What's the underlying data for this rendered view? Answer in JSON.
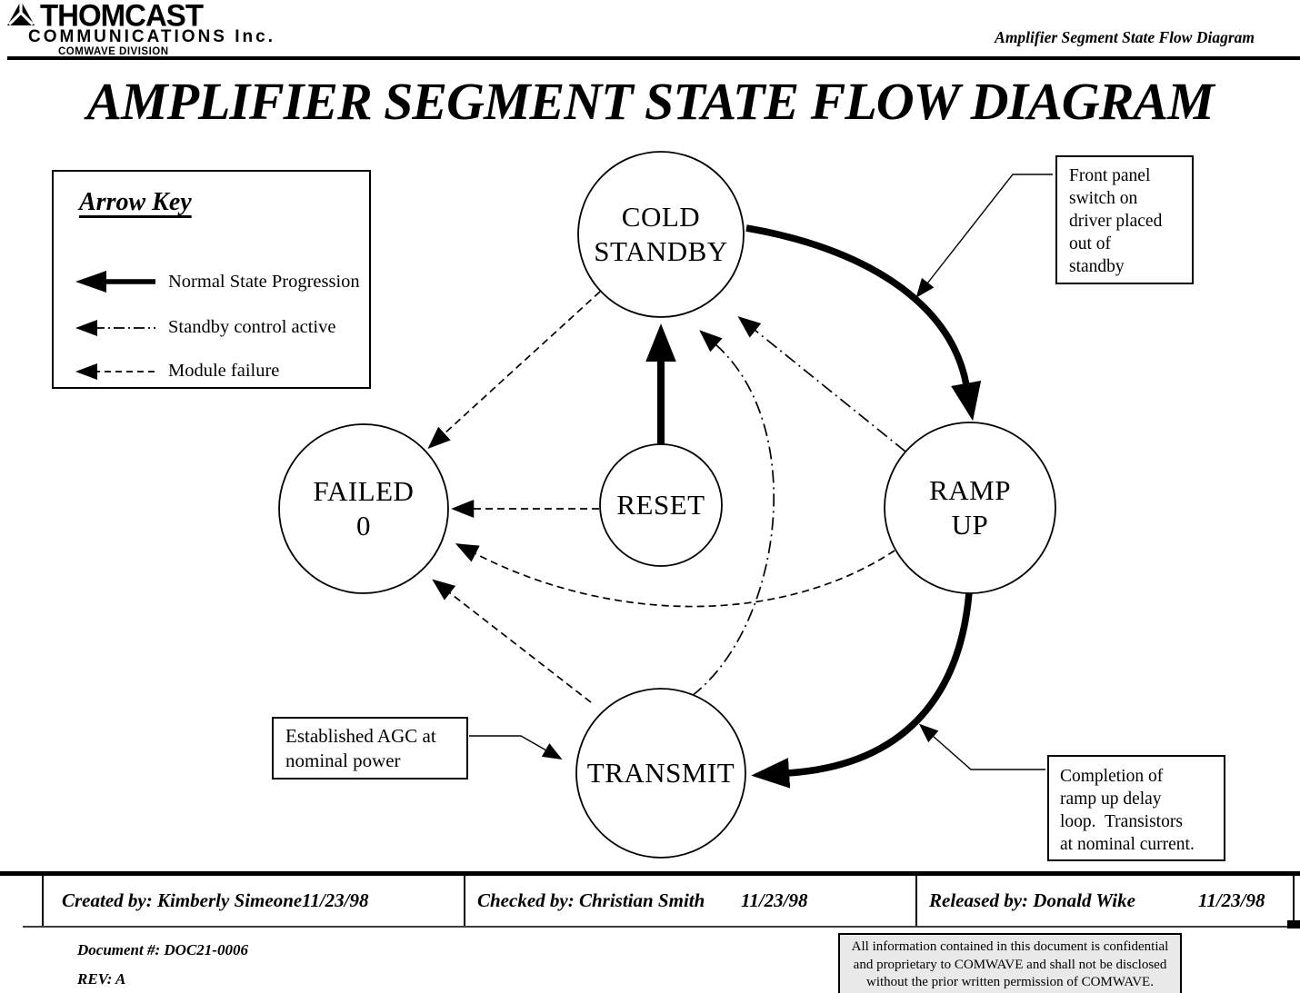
{
  "header": {
    "logo_title": "THOMCAST",
    "logo_subtitle": "COMMUNICATIONS Inc.",
    "logo_division": "COMWAVE DIVISION",
    "doc_title": "Amplifier Segment State Flow Diagram"
  },
  "main_title": "AMPLIFIER SEGMENT STATE FLOW DIAGRAM",
  "legend": {
    "title": "Arrow Key",
    "items": [
      {
        "style": "solid-arrow",
        "label": "Normal State Progression"
      },
      {
        "style": "dash-dot-arrow",
        "label": "Standby control active"
      },
      {
        "style": "dashed-arrow",
        "label": "Module failure"
      }
    ]
  },
  "states": {
    "cold_standby": "COLD\nSTANDBY",
    "failed": "FAILED\n0",
    "reset": "RESET",
    "ramp_up": "RAMP\nUP",
    "transmit": "TRANSMIT"
  },
  "annotations": {
    "front_panel": "Front panel\nswitch on\ndriver placed\nout of\nstandby",
    "established_agc": "Established AGC at\nnominal power",
    "completion": "Completion of\nramp up delay\nloop.  Transistors\nat nominal current."
  },
  "footer": {
    "created": {
      "label": "Created by: Kimberly Simeone",
      "date": "11/23/98"
    },
    "checked": {
      "label": "Checked by: Christian Smith",
      "date": "11/23/98"
    },
    "released": {
      "label": "Released by: Donald Wike",
      "date": "11/23/98"
    },
    "document_number": "Document #: DOC21-0006",
    "revision": "REV: A",
    "confidential": "All information contained in this document is confidential\nand proprietary to COMWAVE and shall not be disclosed\nwithout the prior written permission of COMWAVE."
  },
  "colors": {
    "ink": "#000000",
    "paper": "#ffffff",
    "confidential_bg": "#e9e9e9"
  }
}
